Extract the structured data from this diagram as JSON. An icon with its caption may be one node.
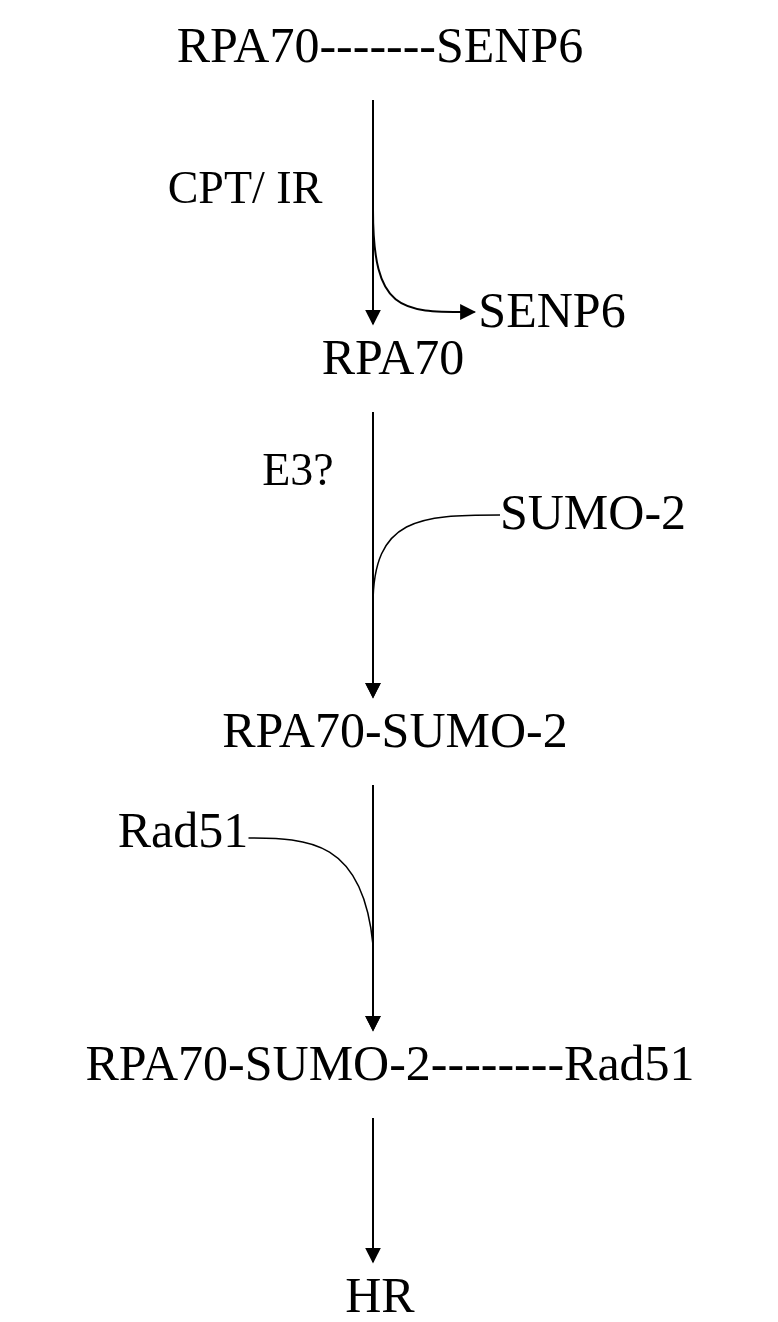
{
  "diagram": {
    "nodes": [
      {
        "text": [
          "RPA70-------SENP6"
        ]
      },
      {
        "text": [
          "SENP6"
        ]
      },
      {
        "text": [
          "RPA70"
        ]
      },
      {
        "text": [
          "SUMO-2"
        ]
      },
      {
        "text": [
          "RPA70-SUMO-2"
        ]
      },
      {
        "text": [
          "Rad51"
        ]
      },
      {
        "text": [
          "RPA70-SUMO-2--------Rad51"
        ]
      },
      {
        "text": [
          "HR"
        ]
      }
    ],
    "edges": [
      {
        "from": 0,
        "to": 2,
        "arrow": "to",
        "label": "CPT/ IR"
      },
      {
        "from": 0,
        "to": 1,
        "arrow": "to"
      },
      {
        "from": 2,
        "to": 4,
        "arrow": "to",
        "label": "E3?"
      },
      {
        "from": 3,
        "to": 4,
        "arrow": "to"
      },
      {
        "from": 4,
        "to": 6,
        "arrow": "to"
      },
      {
        "from": 5,
        "to": 6,
        "arrow": "to"
      },
      {
        "from": 6,
        "to": 7,
        "arrow": "to"
      }
    ]
  }
}
